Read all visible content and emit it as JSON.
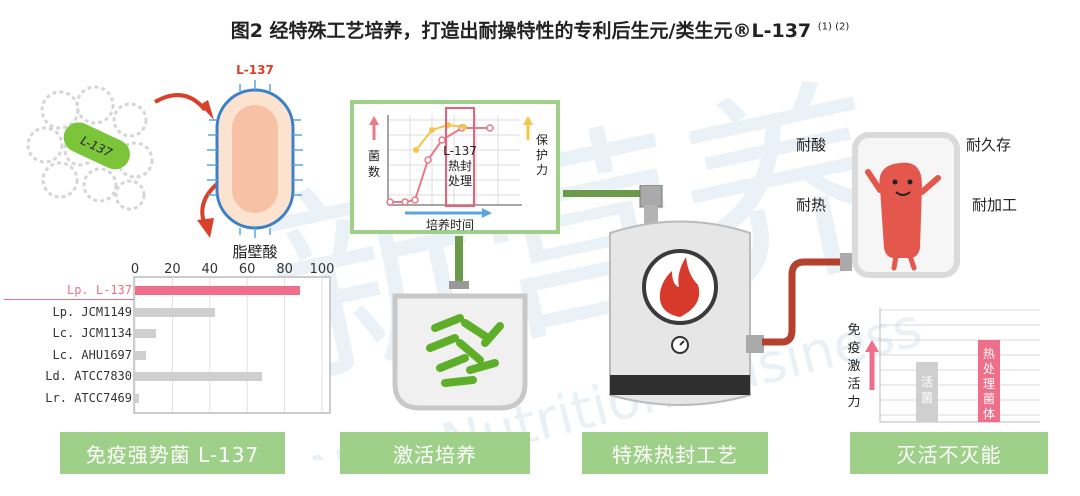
{
  "title": "图2 经特殊工艺培养，打造出耐操特性的专利后生元/类生元®L-137",
  "title_refs": "(1) (2)",
  "panels": {
    "p1_label": "免疫强势菌 L-137",
    "p2_label": "激活培养",
    "p3_label": "特殊热封工艺",
    "p4_label": "灭活不灭能"
  },
  "cell_diagram": {
    "strain_tag": "L-137",
    "bacterium_label": "L-137",
    "membrane_label": "脂壁酸"
  },
  "chart_data": {
    "type": "bar",
    "orientation": "horizontal",
    "categories": [
      "Lp. L-137",
      "Lp. JCM1149",
      "Lc. JCM1134",
      "Lc. AHU1697",
      "Ld. ATCC7830",
      "Lr. ATCC7469"
    ],
    "values": [
      88,
      43,
      11,
      6,
      68,
      2
    ],
    "xlim": [
      0,
      100
    ],
    "xticks": [
      "0",
      "20",
      "40",
      "60",
      "80",
      "100"
    ],
    "highlight_color": "#ef6f8a",
    "bar_color": "#cfcfcf"
  },
  "culture_chart": {
    "ylabel_left": "菌数",
    "ylabel_right": "保护力",
    "xlabel": "培养时间",
    "box_label": "L-137 热封处理",
    "box_lines": [
      "L-137",
      "热封",
      "处理"
    ]
  },
  "traits": {
    "acid": "耐酸",
    "storage": "耐久存",
    "heat": "耐热",
    "process": "耐加工"
  },
  "immunity_chart": {
    "ylabel": "免疫激活力",
    "ylabel_chars": [
      "免",
      "疫",
      "激",
      "活",
      "力"
    ],
    "bar1": "活菌",
    "bar1_chars": [
      "活",
      "菌"
    ],
    "bar2": "热处理菌体",
    "bar2_chars": [
      "热",
      "处",
      "理",
      "菌",
      "体"
    ]
  },
  "watermark": {
    "main": "新营养",
    "sub": "New Nutrition Business"
  },
  "colors": {
    "green": "#9ed08a",
    "pink": "#ef6f8a",
    "red": "#c0392b",
    "pipe_green": "#6a9a4a",
    "pipe_red": "#b5402e"
  }
}
